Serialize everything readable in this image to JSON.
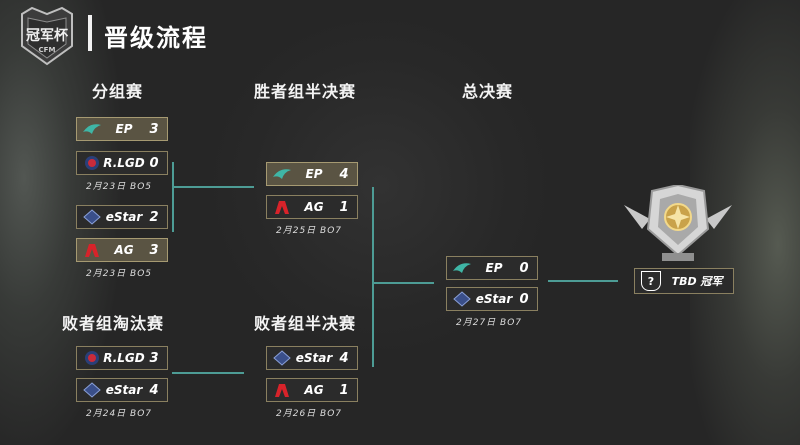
{
  "header": {
    "logo_top": "冠军杯",
    "logo_bottom": "CFM",
    "title": "晋级流程"
  },
  "sections": {
    "group": "分组赛",
    "winners_semi": "胜者组半决赛",
    "final": "总决赛",
    "losers_elim": "败者组淘汰赛",
    "losers_semi": "败者组半决赛"
  },
  "matches": {
    "g1": {
      "t1": {
        "name": "EP",
        "score": "3",
        "icon": "ep-icon"
      },
      "t2": {
        "name": "R.LGD",
        "score": "0",
        "icon": "rlgd-icon"
      },
      "meta": "2月23日 BO5"
    },
    "g2": {
      "t1": {
        "name": "eStar",
        "score": "2",
        "icon": "estar-icon"
      },
      "t2": {
        "name": "AG",
        "score": "3",
        "icon": "ag-icon"
      },
      "meta": "2月23日 BO5"
    },
    "ws": {
      "t1": {
        "name": "EP",
        "score": "4",
        "icon": "ep-icon"
      },
      "t2": {
        "name": "AG",
        "score": "1",
        "icon": "ag-icon"
      },
      "meta": "2月25日 BO7"
    },
    "le": {
      "t1": {
        "name": "R.LGD",
        "score": "3",
        "icon": "rlgd-icon"
      },
      "t2": {
        "name": "eStar",
        "score": "4",
        "icon": "estar-icon"
      },
      "meta": "2月24日 BO7"
    },
    "ls": {
      "t1": {
        "name": "eStar",
        "score": "4",
        "icon": "estar-icon"
      },
      "t2": {
        "name": "AG",
        "score": "1",
        "icon": "ag-icon"
      },
      "meta": "2月26日 BO7"
    },
    "f": {
      "t1": {
        "name": "EP",
        "score": "0",
        "icon": "ep-icon"
      },
      "t2": {
        "name": "eStar",
        "score": "0",
        "icon": "estar-icon"
      },
      "meta": "2月27日 BO7"
    }
  },
  "champion": {
    "label": "TBD 冠军",
    "icon": "question-shield-icon"
  },
  "colors": {
    "connector": "#4d9c95",
    "border": "#8a8060",
    "winner_bg": "#5a5443"
  }
}
